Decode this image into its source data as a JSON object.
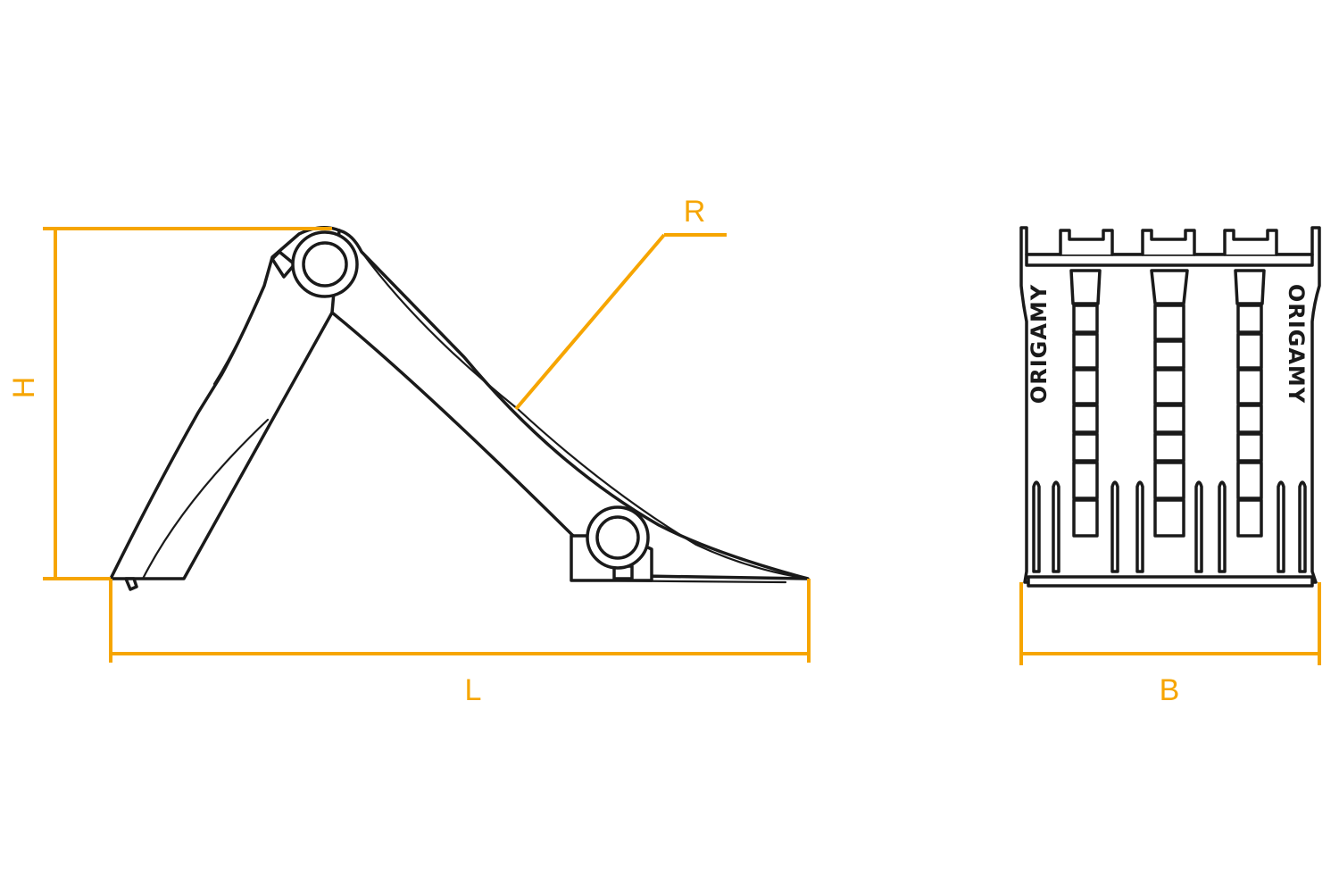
{
  "colors": {
    "dimension": "#f6a500",
    "ink": "#1a1a1a",
    "background": "#ffffff"
  },
  "dimensions": {
    "height_label": "H",
    "length_label": "L",
    "radius_label": "R",
    "width_label": "B"
  },
  "front_view": {
    "logo_left": "ORIGAMY",
    "logo_right": "ORIGAMY"
  }
}
